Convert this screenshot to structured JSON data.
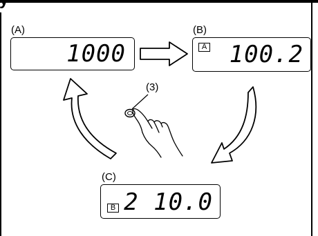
{
  "diagram": {
    "heading": "y",
    "display_a": {
      "label": "(A)",
      "value": "1000",
      "badge": ""
    },
    "display_b": {
      "label": "(B)",
      "value": "100.2",
      "badge": "A"
    },
    "display_c": {
      "label": "(C)",
      "value": "2 10.0",
      "badge": "B"
    },
    "button_callout": "(3)",
    "arrow_icons": [
      "arrow-right-icon",
      "curved-arrow-down-icon",
      "curved-arrow-up-icon"
    ],
    "hand_icon": "pointing-hand-icon"
  }
}
